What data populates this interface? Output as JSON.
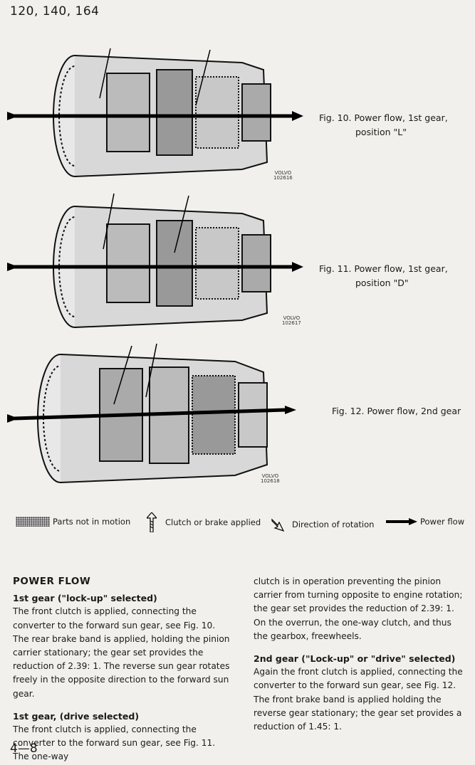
{
  "header": {
    "models": "120, 140, 164"
  },
  "figures": [
    {
      "caption_line1": "Fig. 10.   Power flow, 1st gear,",
      "caption_line2": "position \"L\"",
      "volvo": "VOLVO",
      "code": "102616"
    },
    {
      "caption_line1": "Fig. 11.   Power flow, 1st gear,",
      "caption_line2": "position \"D\"",
      "volvo": "VOLVO",
      "code": "102617"
    },
    {
      "caption_line1": "Fig. 12.   Power flow, 2nd gear",
      "caption_line2": "",
      "volvo": "VOLVO",
      "code": "102618"
    }
  ],
  "legend": {
    "parts_not_in_motion": "Parts not in motion",
    "clutch_or_brake": "Clutch or brake applied",
    "direction_rotation": "Direction of rotation",
    "power_flow": "Power flow"
  },
  "text": {
    "title": "POWER FLOW",
    "s1_heading": "1st gear (\"lock-up\" selected)",
    "s1_body": "The front clutch is applied, connecting the converter to the forward sun gear, see Fig. 10. The rear brake band is applied, holding the pinion carrier stationary; the gear set provides the reduction of 2.39: 1. The reverse sun gear rotates freely in the opposite direction to the forward sun gear.",
    "s2_heading": "1st gear, (drive selected)",
    "s2_body": "The front clutch is applied, connecting the converter to the forward sun gear, see Fig. 11. The one-way",
    "s2_cont": "clutch is in operation preventing the pinion carrier from turning opposite to engine rotation; the gear set provides the reduction of 2.39: 1. On the overrun, the one-way clutch, and thus the gearbox, freewheels.",
    "s3_heading": "2nd gear (\"Lock-up\" or \"drive\" selected)",
    "s3_body": "Again the front clutch is applied, connecting the converter to the forward sun gear, see Fig. 12. The front brake band is applied holding the reverse gear stationary; the gear set provides a reduction of 1.45: 1."
  },
  "page_number": "4—8"
}
